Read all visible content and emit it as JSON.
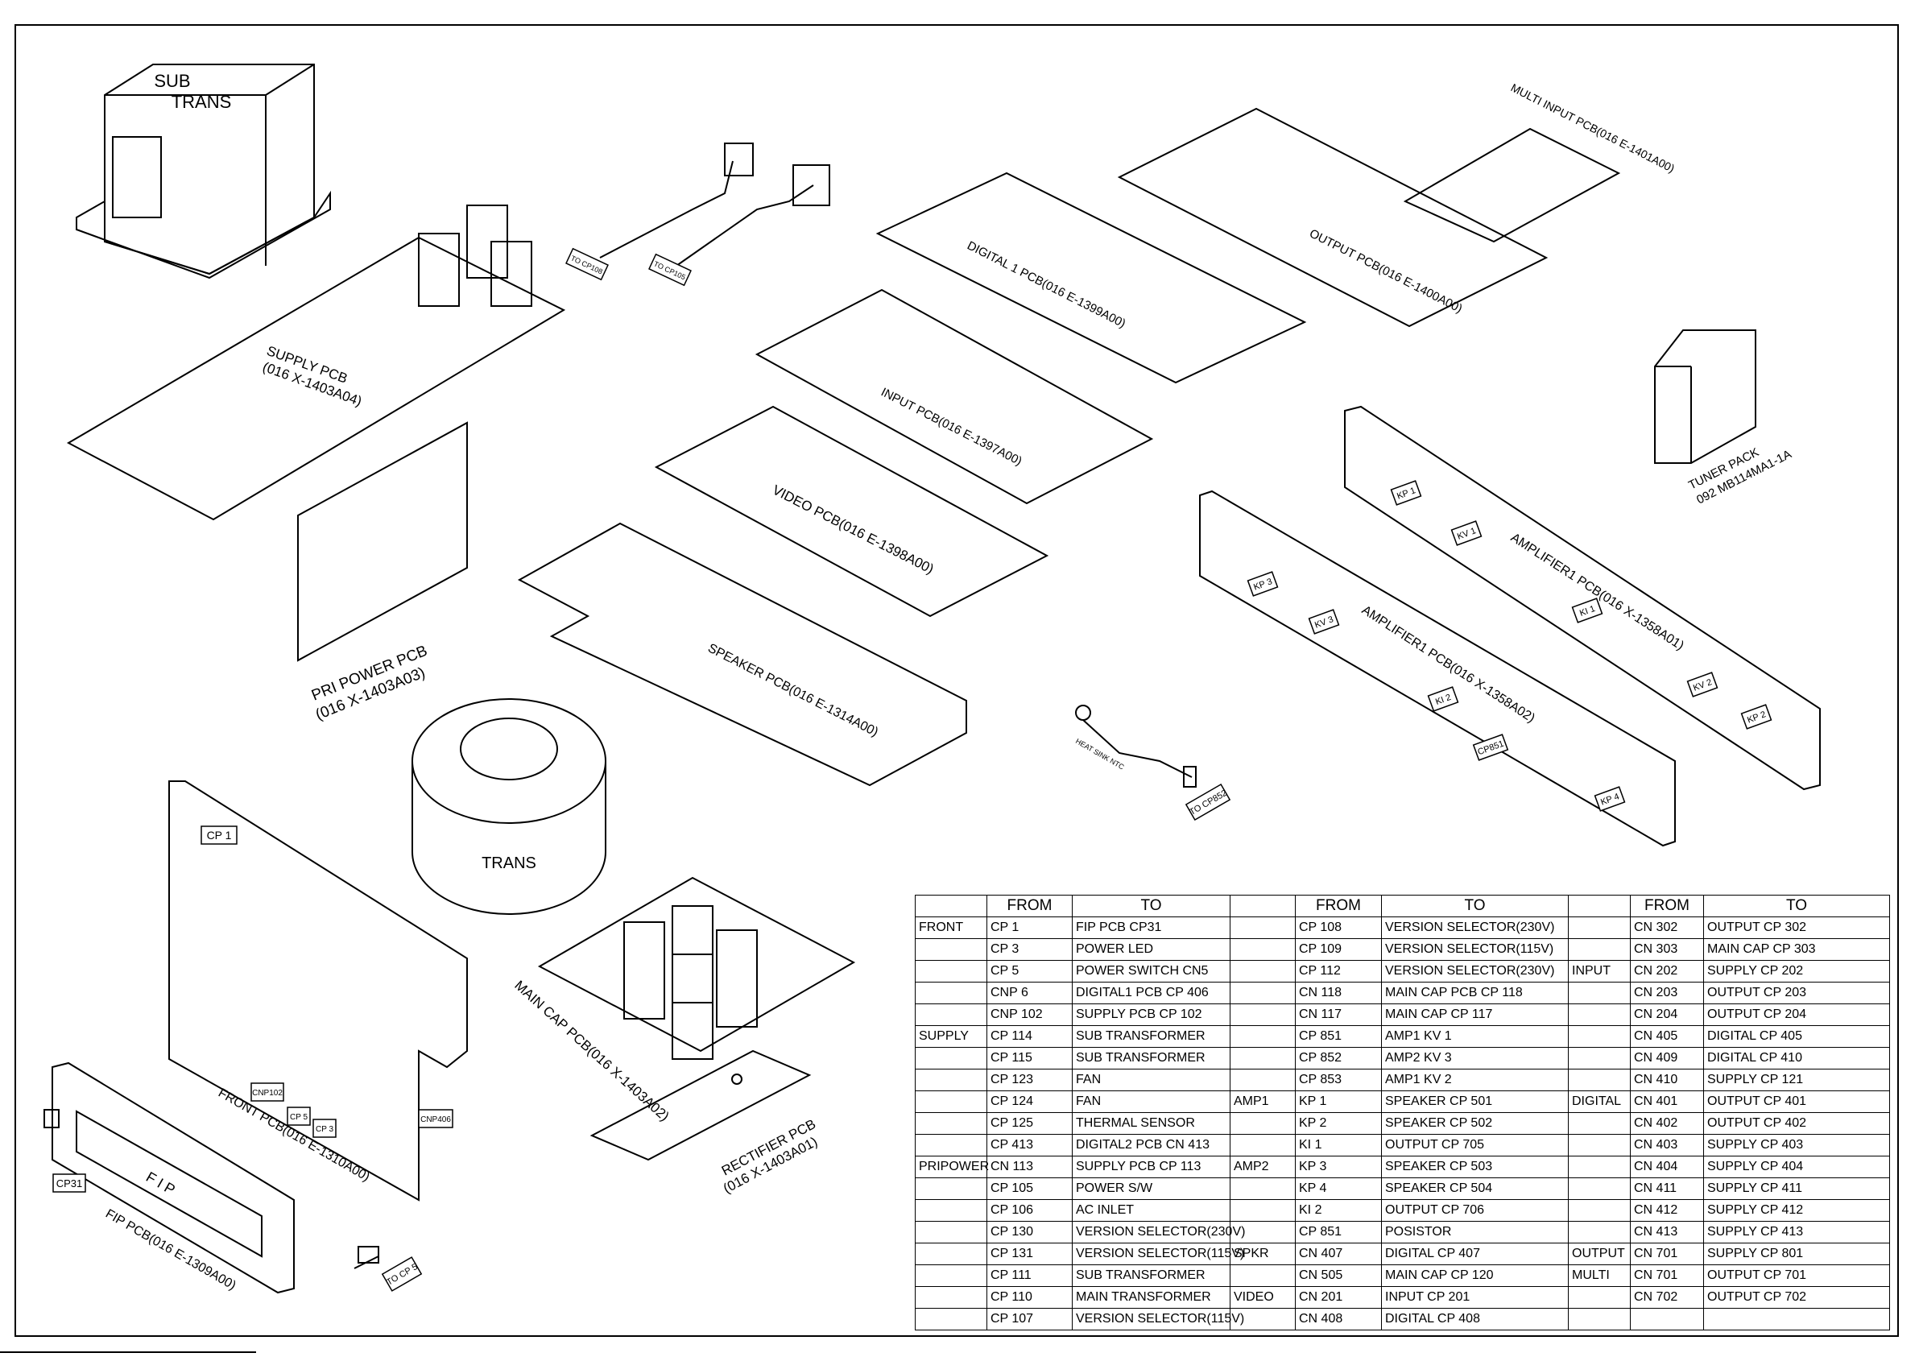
{
  "components": {
    "sub_trans": {
      "line1": "SUB",
      "line2": "TRANS"
    },
    "trans": "TRANS",
    "supply_pcb": {
      "line1": "SUPPLY PCB",
      "line2": "(016 X-1403A04)"
    },
    "pri_power_pcb": {
      "line1": "PRI POWER PCB",
      "line2": "(016 X-1403A03)"
    },
    "digital1_pcb": "DIGITAL 1 PCB(016 E-1399A00)",
    "input_pcb": "INPUT PCB(016 E-1397A00)",
    "video_pcb": "VIDEO PCB(016 E-1398A00)",
    "speaker_pcb": "SPEAKER PCB(016 E-1314A00)",
    "output_pcb": "OUTPUT PCB(016 E-1400A00)",
    "multi_input_pcb": "MULTI INPUT PCB(016 E-1401A00)",
    "tuner_pack": {
      "line1": "TUNER PACK",
      "line2": "092 MB114MA1-1A"
    },
    "amplifier1_pcb_a": "AMPLIFIER1 PCB(016 X-1358A01)",
    "amplifier1_pcb_b": "AMPLIFIER1 PCB(016 X-1358A02)",
    "main_cap_pcb": "MAIN CAP PCB(016 X-1403A02)",
    "rectifier_pcb": {
      "line1": "RECTIFIER PCB",
      "line2": "(016 X-1403A01)"
    },
    "front_pcb": "FRONT PCB(016 E-1310A00)",
    "fip_pcb": "FIP PCB(016 E-1309A00)",
    "fip_text": "F I P",
    "cp1": "CP 1",
    "cp31": "CP31",
    "cnp102": "CNP102",
    "cp5": "CP 5",
    "cp3": "CP 3",
    "cnp406": "CNP406",
    "to_cp5": "TO CP 5",
    "to_cp108": "TO CP108",
    "to_cp105": "TO CP105",
    "heat_sink_ntc": "HEAT SINK NTC",
    "to_cp852": "TO CP852",
    "kp1": "KP 1",
    "kv1": "KV 1",
    "ki1": "KI 1",
    "kv2": "KV 2",
    "kp2": "KP 2",
    "kp3": "KP 3",
    "kv3": "KV 3",
    "ki2": "KI 2",
    "cp851": "CP851",
    "kp4": "KP 4"
  },
  "table": {
    "headers": [
      "",
      "FROM",
      "TO",
      "",
      "FROM",
      "TO",
      "",
      "FROM",
      "TO"
    ],
    "rows": [
      [
        "FRONT",
        "CP 1",
        "FIP PCB CP31",
        "",
        "CP 108",
        "VERSION SELECTOR(230V)",
        "",
        "CN 302",
        "OUTPUT CP 302"
      ],
      [
        "",
        "CP 3",
        "POWER LED",
        "",
        "CP 109",
        "VERSION SELECTOR(115V)",
        "",
        "CN 303",
        "MAIN CAP CP 303"
      ],
      [
        "",
        "CP 5",
        "POWER SWITCH CN5",
        "",
        "CP 112",
        "VERSION SELECTOR(230V)",
        "INPUT",
        "CN 202",
        "SUPPLY CP 202"
      ],
      [
        "",
        "CNP 6",
        "DIGITAL1 PCB CP 406",
        "",
        "CN 118",
        "MAIN CAP PCB CP 118",
        "",
        "CN 203",
        "OUTPUT CP 203"
      ],
      [
        "",
        "CNP 102",
        "SUPPLY PCB CP 102",
        "",
        "CN 117",
        "MAIN CAP CP 117",
        "",
        "CN 204",
        "OUTPUT CP 204"
      ],
      [
        "SUPPLY",
        "CP 114",
        "SUB TRANSFORMER",
        "",
        "CP 851",
        "AMP1 KV 1",
        "",
        "CN 405",
        "DIGITAL CP 405"
      ],
      [
        "",
        "CP 115",
        "SUB TRANSFORMER",
        "",
        "CP 852",
        "AMP2 KV 3",
        "",
        "CN 409",
        "DIGITAL CP 410"
      ],
      [
        "",
        "CP 123",
        "FAN",
        "",
        "CP 853",
        "AMP1 KV 2",
        "",
        "CN 410",
        "SUPPLY CP 121"
      ],
      [
        "",
        "CP 124",
        "FAN",
        "AMP1",
        "KP 1",
        "SPEAKER CP 501",
        "DIGITAL",
        "CN 401",
        "OUTPUT CP 401"
      ],
      [
        "",
        "CP 125",
        "THERMAL SENSOR",
        "",
        "KP 2",
        "SPEAKER CP 502",
        "",
        "CN 402",
        "OUTPUT CP 402"
      ],
      [
        "",
        "CP 413",
        "DIGITAL2 PCB CN 413",
        "",
        "KI 1",
        "OUTPUT CP 705",
        "",
        "CN 403",
        "SUPPLY CP 403"
      ],
      [
        "PRIPOWER",
        "CN 113",
        "SUPPLY PCB CP 113",
        "AMP2",
        "KP 3",
        "SPEAKER CP 503",
        "",
        "CN 404",
        "SUPPLY CP 404"
      ],
      [
        "",
        "CP 105",
        "POWER S/W",
        "",
        "KP 4",
        "SPEAKER CP 504",
        "",
        "CN 411",
        "SUPPLY CP 411"
      ],
      [
        "",
        "CP 106",
        "AC INLET",
        "",
        "KI 2",
        "OUTPUT CP 706",
        "",
        "CN 412",
        "SUPPLY CP 412"
      ],
      [
        "",
        "CP 130",
        "VERSION SELECTOR(230V)",
        "",
        "CP 851",
        "POSISTOR",
        "",
        "CN 413",
        "SUPPLY CP 413"
      ],
      [
        "",
        "CP 131",
        "VERSION SELECTOR(115V)",
        "SPKR",
        "CN 407",
        "DIGITAL CP 407",
        "OUTPUT",
        "CN 701",
        "SUPPLY CP 801"
      ],
      [
        "",
        "CP 111",
        "SUB TRANSFORMER",
        "",
        "CN 505",
        "MAIN CAP CP 120",
        "MULTI",
        "CN 701",
        "OUTPUT CP 701"
      ],
      [
        "",
        "CP 110",
        "MAIN TRANSFORMER",
        "VIDEO",
        "CN 201",
        "INPUT CP 201",
        "",
        "CN 702",
        "OUTPUT CP 702"
      ],
      [
        "",
        "CP 107",
        "VERSION SELECTOR(115V)",
        "",
        "CN 408",
        "DIGITAL CP 408",
        "",
        "",
        ""
      ]
    ]
  }
}
